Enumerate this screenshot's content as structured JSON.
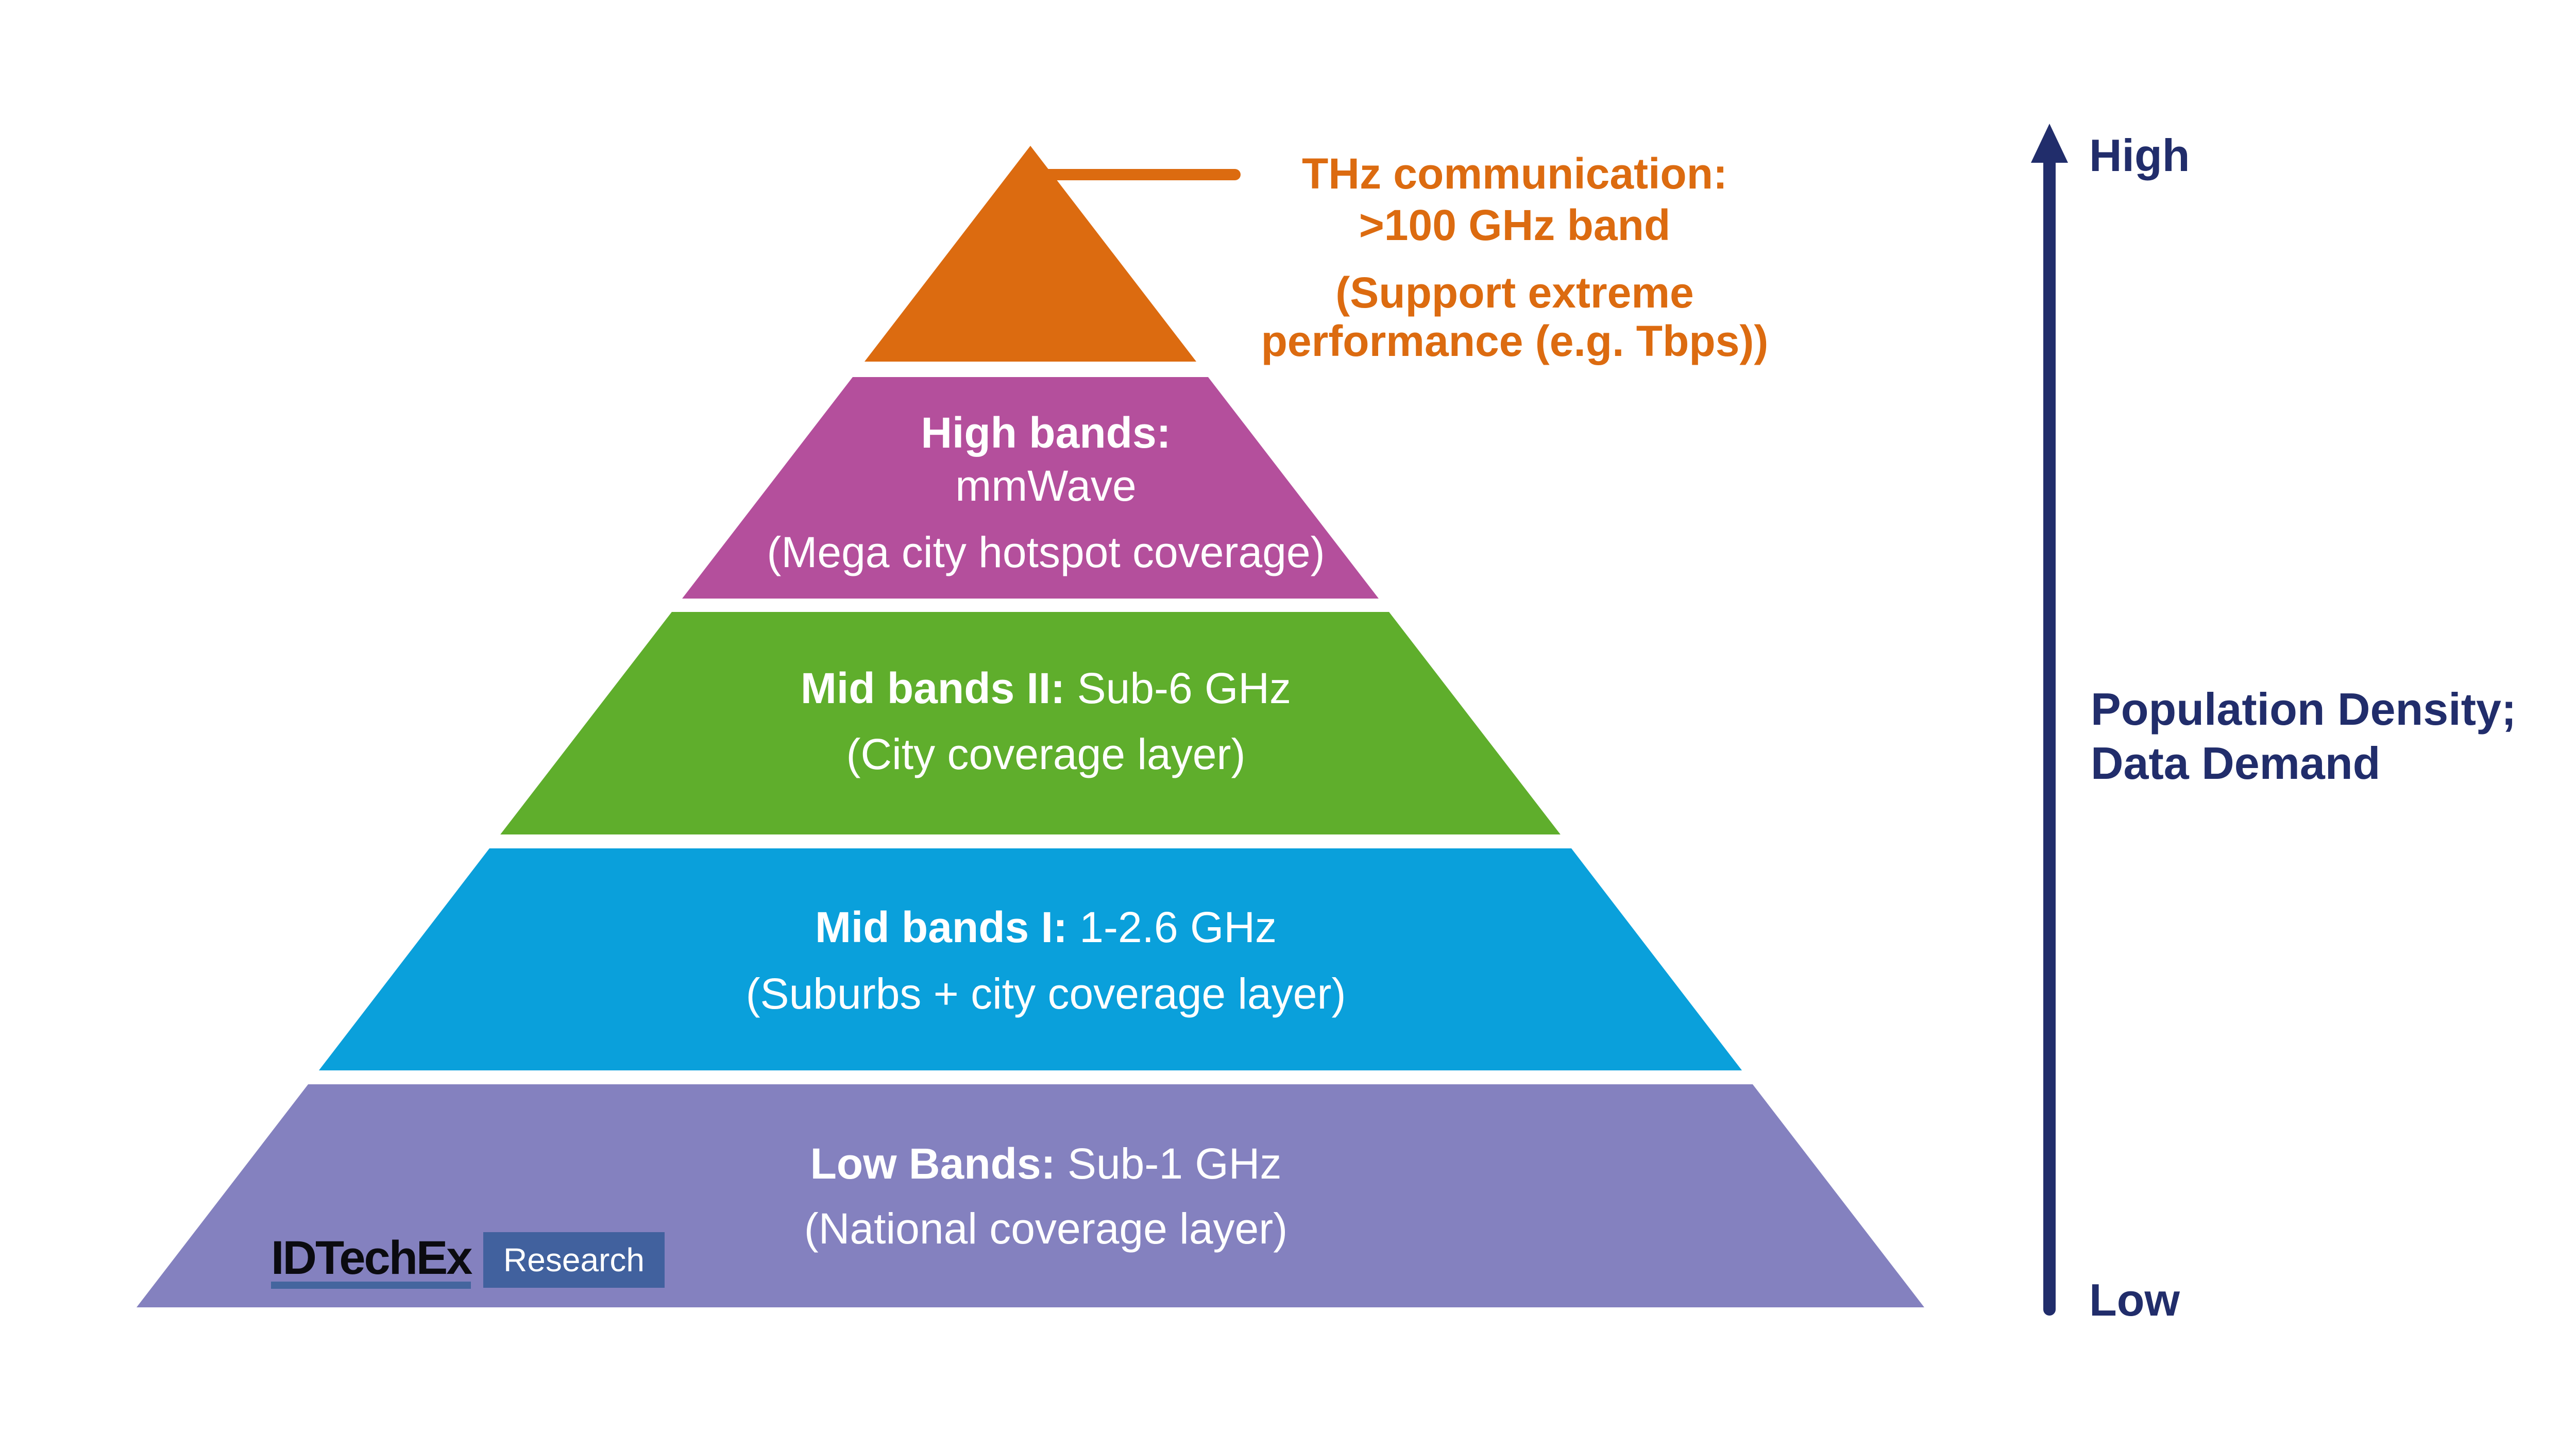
{
  "callout": {
    "lines": [
      "THz communication:",
      ">100 GHz band",
      "(Support extreme",
      "performance (e.g. Tbps))"
    ]
  },
  "bands": {
    "high": {
      "title": "High bands:",
      "subtitle": "mmWave",
      "note": "(Mega city hotspot coverage)"
    },
    "mid2": {
      "title": "Mid bands II:",
      "rest": " Sub-6 GHz",
      "note": "(City coverage layer)"
    },
    "mid1": {
      "title": "Mid bands I:",
      "rest": " 1-2.6 GHz",
      "note": "(Suburbs + city coverage layer)"
    },
    "low": {
      "title": "Low Bands:",
      "rest": " Sub-1 GHz",
      "note": "(National coverage layer)"
    }
  },
  "axis": {
    "high": "High",
    "low": "Low",
    "label": [
      "Population Density;",
      "Data Demand"
    ]
  },
  "logo": {
    "brand": "IDTechEx",
    "suffix": "Research"
  },
  "colors": {
    "thz_orange": "#DC6B10",
    "high_magenta": "#B44F9C",
    "mid2_green": "#5FAE2C",
    "mid1_blue": "#0AA0DB",
    "low_purple": "#8481BF",
    "axis_navy": "#212D6B",
    "logo_blue": "#41619E",
    "text_white": "#FFFFFF"
  }
}
